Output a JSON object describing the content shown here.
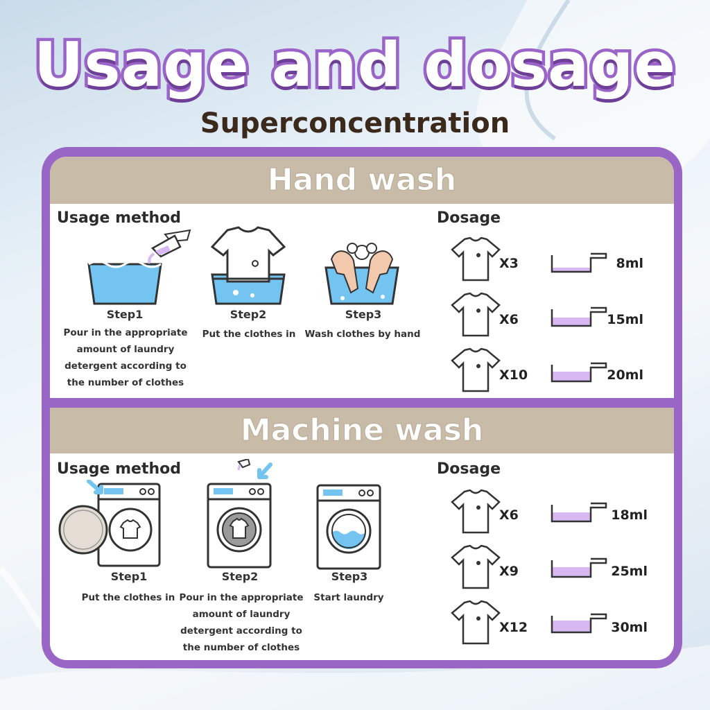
{
  "header": {
    "title": "Usage and dosage",
    "subtitle": "Superconcentration"
  },
  "hand_wash": {
    "title": "Hand wash",
    "usage_label": "Usage method",
    "dosage_label": "Dosage",
    "steps": [
      {
        "title": "Step1",
        "desc": "Pour in the appropriate amount of laundry detergent according to the number of clothes"
      },
      {
        "title": "Step2",
        "desc": "Put the clothes in"
      },
      {
        "title": "Step3",
        "desc": "Wash clothes by hand"
      }
    ],
    "dosage": [
      {
        "count": "X3",
        "amount": "8ml",
        "fill": 0.3
      },
      {
        "count": "X6",
        "amount": "15ml",
        "fill": 0.5
      },
      {
        "count": "X10",
        "amount": "20ml",
        "fill": 0.6
      }
    ]
  },
  "machine_wash": {
    "title": "Machine wash",
    "usage_label": "Usage method",
    "dosage_label": "Dosage",
    "steps": [
      {
        "title": "Step1",
        "desc": "Put the clothes in"
      },
      {
        "title": "Step2",
        "desc": "Pour in the appropriate amount of laundry detergent according to the number of clothes"
      },
      {
        "title": "Step3",
        "desc": "Start laundry"
      }
    ],
    "dosage": [
      {
        "count": "X6",
        "amount": "18ml",
        "fill": 0.55
      },
      {
        "count": "X9",
        "amount": "25ml",
        "fill": 0.6
      },
      {
        "count": "X12",
        "amount": "30ml",
        "fill": 0.7
      }
    ]
  },
  "colors": {
    "accent_purple": "#9a66c6",
    "header_beige": "#c8bca8",
    "water_blue": "#74c4f2",
    "detergent_lilac": "#d7b8f3"
  },
  "icons": [
    "basin-pour-icon",
    "tshirt-basin-icon",
    "hand-wash-icon",
    "washer-open-icon",
    "washer-pour-icon",
    "washer-start-icon",
    "tshirt-icon",
    "measuring-cup-icon"
  ]
}
